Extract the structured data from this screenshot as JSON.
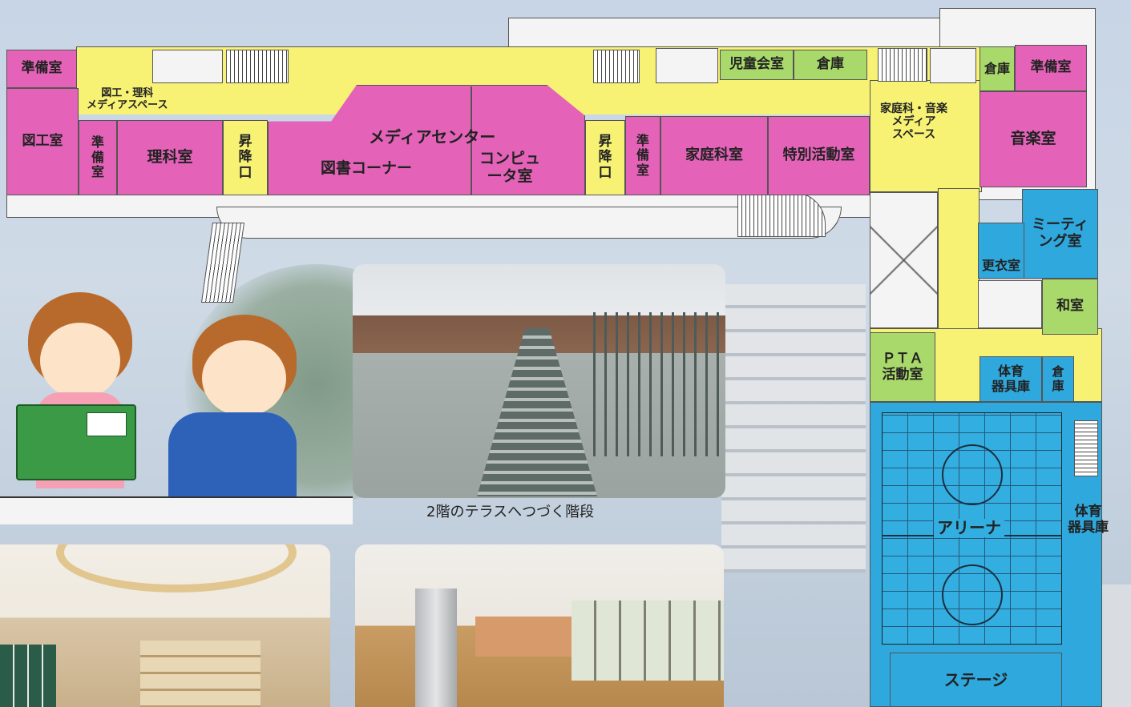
{
  "rooms": {
    "junbi1": "準備室",
    "zukou_rika_media": "図工・理科\nメディアスペース",
    "zukou": "図工室",
    "junbi2": "準\n備\n室",
    "rika": "理科室",
    "shoukou1": "昇\n降\n口",
    "media_center": "メディアセンター",
    "tosho": "図書コーナー",
    "computer": "コンピュ\nータ室",
    "shoukou2": "昇\n降\n口",
    "junbi3": "準\n備\n室",
    "jidoukai": "児童会室",
    "souko1": "倉庫",
    "katei": "家庭科室",
    "tokubetsu": "特別活動室",
    "katei_ongaku_media": "家庭科・音楽\nメディア\nスペース",
    "souko2": "倉庫",
    "junbi4": "準備室",
    "ongaku": "音楽室",
    "meeting": "ミーティ\nング室",
    "koui": "更衣室",
    "washitsu": "和室",
    "pta": "ＰＴＡ\n活動室",
    "taiiku_kigu1": "体育\n器具庫",
    "souko3": "倉\n庫",
    "arena": "アリーナ",
    "taiiku_kigu2": "体育\n器具庫",
    "stage": "ステージ"
  },
  "captions": {
    "stairs_photo": "2階のテラスへつづく階段"
  },
  "colors": {
    "classroom": "#e463b8",
    "corridor": "#f7f274",
    "council": "#a9d96a",
    "gym": "#2fa8dd"
  }
}
